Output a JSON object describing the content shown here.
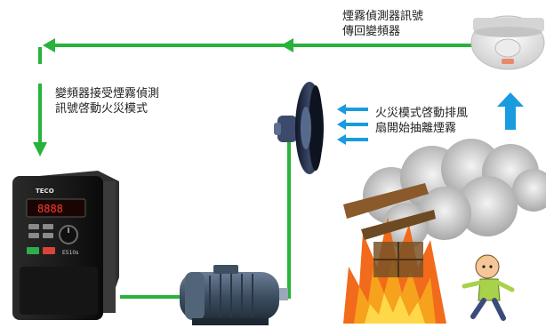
{
  "labels": {
    "detector_line1": "煙霧偵測器訊號",
    "detector_line2": "傳回變頻器",
    "vfd_line1": "變頻器接受煙霧偵測",
    "vfd_line2": "訊號啓動火災模式",
    "fan_line1": "火災模式啓動排風",
    "fan_line2": "扇開始抽離煙霧"
  },
  "inverter": {
    "brand": "TECO",
    "display": "8888",
    "model": "E510s"
  },
  "colors": {
    "signal_line": "#27b33b",
    "airflow_arrow": "#1a9be0"
  }
}
